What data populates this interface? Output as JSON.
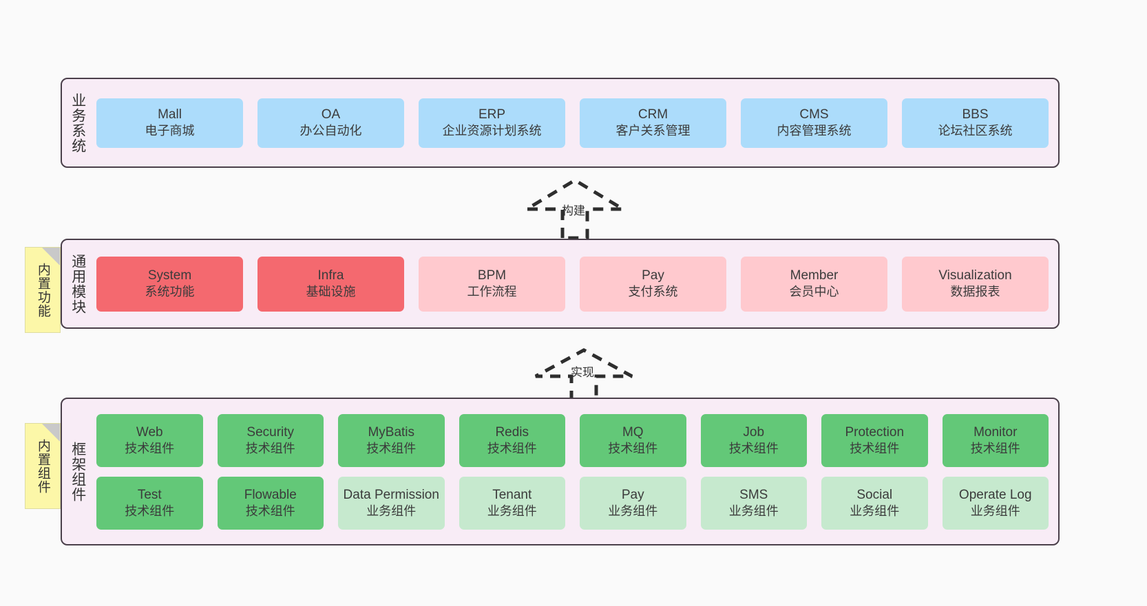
{
  "diagram": {
    "title": "架构图",
    "background": "#fafafa",
    "palette": {
      "panel": "#f8ecf6",
      "panel_border": "#4a3f4a",
      "blue": "#ACDCFB",
      "red": "#F4696F",
      "pink": "#FFC9CE",
      "green": "#63C878",
      "light_green": "#C6E9CE",
      "note_yellow": "#FCF7A8",
      "note_fold": "#c9c9c9"
    }
  },
  "layers": {
    "business": {
      "caption": "业务系统",
      "rows": [
        [
          {
            "en": "Mall",
            "cn": "电子商城",
            "color": "blue"
          },
          {
            "en": "OA",
            "cn": "办公自动化",
            "color": "blue"
          },
          {
            "en": "ERP",
            "cn": "企业资源计划系统",
            "color": "blue"
          },
          {
            "en": "CRM",
            "cn": "客户关系管理",
            "color": "blue"
          },
          {
            "en": "CMS",
            "cn": "内容管理系统",
            "color": "blue"
          },
          {
            "en": "BBS",
            "cn": "论坛社区系统",
            "color": "blue"
          }
        ]
      ]
    },
    "modules": {
      "caption": "通用模块",
      "note": "内置功能",
      "rows": [
        [
          {
            "en": "System",
            "cn": "系统功能",
            "color": "red"
          },
          {
            "en": "Infra",
            "cn": "基础设施",
            "color": "red"
          },
          {
            "en": "BPM",
            "cn": "工作流程",
            "color": "pink"
          },
          {
            "en": "Pay",
            "cn": "支付系统",
            "color": "pink"
          },
          {
            "en": "Member",
            "cn": "会员中心",
            "color": "pink"
          },
          {
            "en": "Visualization",
            "cn": "数据报表",
            "color": "pink"
          }
        ]
      ]
    },
    "framework": {
      "caption": "框架组件",
      "note": "内置组件",
      "rows": [
        [
          {
            "en": "Web",
            "cn": "技术组件",
            "color": "green"
          },
          {
            "en": "Security",
            "cn": "技术组件",
            "color": "green"
          },
          {
            "en": "MyBatis",
            "cn": "技术组件",
            "color": "green"
          },
          {
            "en": "Redis",
            "cn": "技术组件",
            "color": "green"
          },
          {
            "en": "MQ",
            "cn": "技术组件",
            "color": "green"
          },
          {
            "en": "Job",
            "cn": "技术组件",
            "color": "green"
          },
          {
            "en": "Protection",
            "cn": "技术组件",
            "color": "green"
          },
          {
            "en": "Monitor",
            "cn": "技术组件",
            "color": "green"
          }
        ],
        [
          {
            "en": "Test",
            "cn": "技术组件",
            "color": "green"
          },
          {
            "en": "Flowable",
            "cn": "技术组件",
            "color": "green"
          },
          {
            "en": "Data Permission",
            "cn": "业务组件",
            "color": "lightgreen"
          },
          {
            "en": "Tenant",
            "cn": "业务组件",
            "color": "lightgreen"
          },
          {
            "en": "Pay",
            "cn": "业务组件",
            "color": "lightgreen"
          },
          {
            "en": "SMS",
            "cn": "业务组件",
            "color": "lightgreen"
          },
          {
            "en": "Social",
            "cn": "业务组件",
            "color": "lightgreen"
          },
          {
            "en": "Operate Log",
            "cn": "业务组件",
            "color": "lightgreen"
          }
        ]
      ]
    }
  },
  "arrows": [
    {
      "id": "build",
      "label": "构建",
      "from": "modules",
      "to": "business",
      "style": "dashed-hollow-up"
    },
    {
      "id": "impl",
      "label": "实现",
      "from": "framework",
      "to": "modules",
      "style": "dashed-hollow-up"
    }
  ]
}
